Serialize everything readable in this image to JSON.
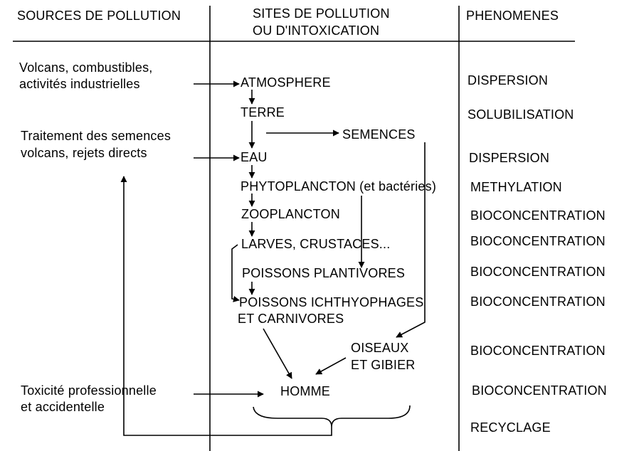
{
  "headers": {
    "sources": "SOURCES DE POLLUTION",
    "sites_line1": "SITES DE POLLUTION",
    "sites_line2": "OU D'INTOXICATION",
    "phenomena": "PHENOMENES"
  },
  "sources": {
    "volcanoes_line1": "Volcans, combustibles,",
    "volcanoes_line2": "activités industrielles",
    "seeds_line1": "Traitement des semences",
    "seeds_line2": "volcans, rejets directs",
    "professional_line1": "Toxicité professionnelle",
    "professional_line2": "et accidentelle"
  },
  "sites": {
    "atmosphere": "ATMOSPHERE",
    "terre": "TERRE",
    "semences": "SEMENCES",
    "eau": "EAU",
    "phytoplancton": "PHYTOPLANCTON (et bactéries)",
    "zooplancton": "ZOOPLANCTON",
    "larves": "LARVES, CRUSTACES...",
    "plantivores": "POISSONS PLANTIVORES",
    "ichthyophages_line1": "POISSONS ICHTHYOPHAGES",
    "ichthyophages_line2": "ET CARNIVORES",
    "oiseaux_line1": "OISEAUX",
    "oiseaux_line2": "ET GIBIER",
    "homme": "HOMME"
  },
  "phenomena": {
    "p1": "DISPERSION",
    "p2": "SOLUBILISATION",
    "p3": "DISPERSION",
    "p4": "METHYLATION",
    "p5": "BIOCONCENTRATION",
    "p6": "BIOCONCENTRATION",
    "p7": "BIOCONCENTRATION",
    "p8": "BIOCONCENTRATION",
    "p9": "BIOCONCENTRATION",
    "p10": "BIOCONCENTRATION",
    "p11": "RECYCLAGE"
  }
}
